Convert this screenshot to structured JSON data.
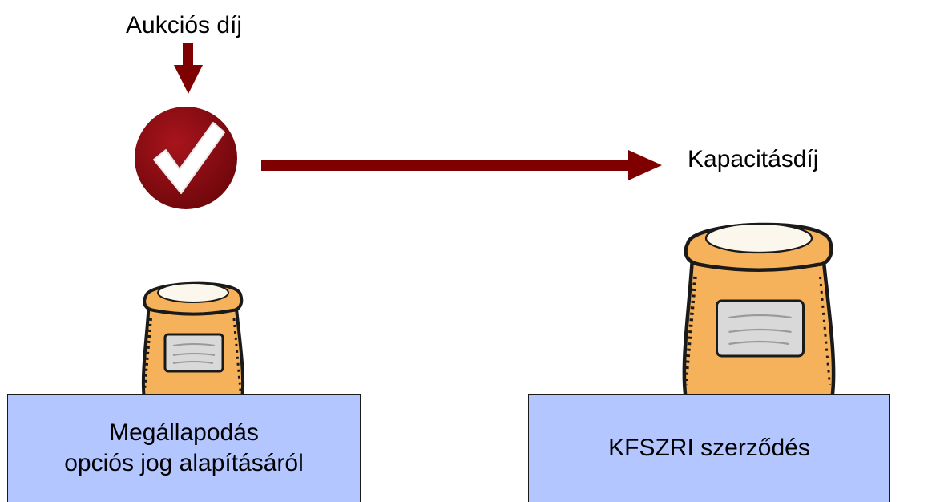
{
  "fee_label_auction": "Aukciós díj",
  "fee_label_capacity": "Kapacitásdíj",
  "left_box": {
    "lines": [
      "Megállapodás",
      "opciós jog alapításáról"
    ]
  },
  "right_box": {
    "label": "KFSZRI szerződés"
  },
  "colors": {
    "arrow": "#7f0000",
    "box_fill": "#b3c6ff",
    "check_badge": "#8b0c10",
    "sack": "#f6b25a"
  },
  "icons": [
    "check-badge-icon",
    "sack-icon"
  ]
}
